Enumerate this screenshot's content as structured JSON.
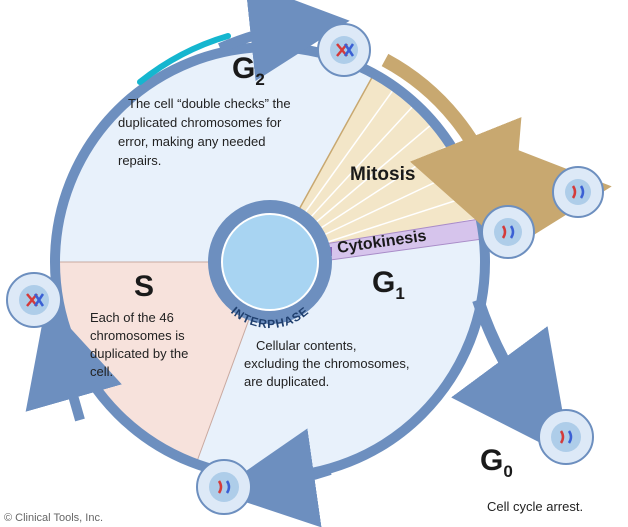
{
  "phases": {
    "g2": {
      "letter": "G",
      "subscript": "2",
      "description": [
        "The cell “double checks” the",
        "duplicated chromosomes for",
        "error, making any needed",
        "repairs."
      ]
    },
    "s": {
      "letter": "S",
      "description": [
        "Each of the 46",
        "chromosomes is",
        "duplicated by the",
        "cell."
      ]
    },
    "g1": {
      "letter": "G",
      "subscript": "1",
      "description": [
        "Cellular contents,",
        "excluding the chromosomes,",
        "are duplicated."
      ]
    },
    "g0": {
      "letter": "G",
      "subscript": "0",
      "description": [
        "Cell cycle arrest."
      ]
    }
  },
  "labels": {
    "mitosis": "Mitosis",
    "cytokinesis": "Cytokinesis",
    "interphase": "INTERPHASE"
  },
  "credit": "© Clinical Tools, Inc.",
  "colors": {
    "ring": "#6d8fbf",
    "interior": "#e8f1fb",
    "s_sector": "#f7e2dc",
    "mitosis_fill": "#f3e6c8",
    "mitosis_stroke": "#c8a870",
    "cytokinesis": "#d6c4ec",
    "center": "#a8d4f2",
    "cell_fill": "#dde9f7",
    "cell_nucleus": "#aecde9",
    "highlight": "#15b6cf"
  },
  "icons": [
    "cell-icon-g2",
    "cell-icon-mitosis-out",
    "cell-icon-g1",
    "cell-icon-g0",
    "cell-icon-s-bottom",
    "cell-icon-s-left"
  ]
}
